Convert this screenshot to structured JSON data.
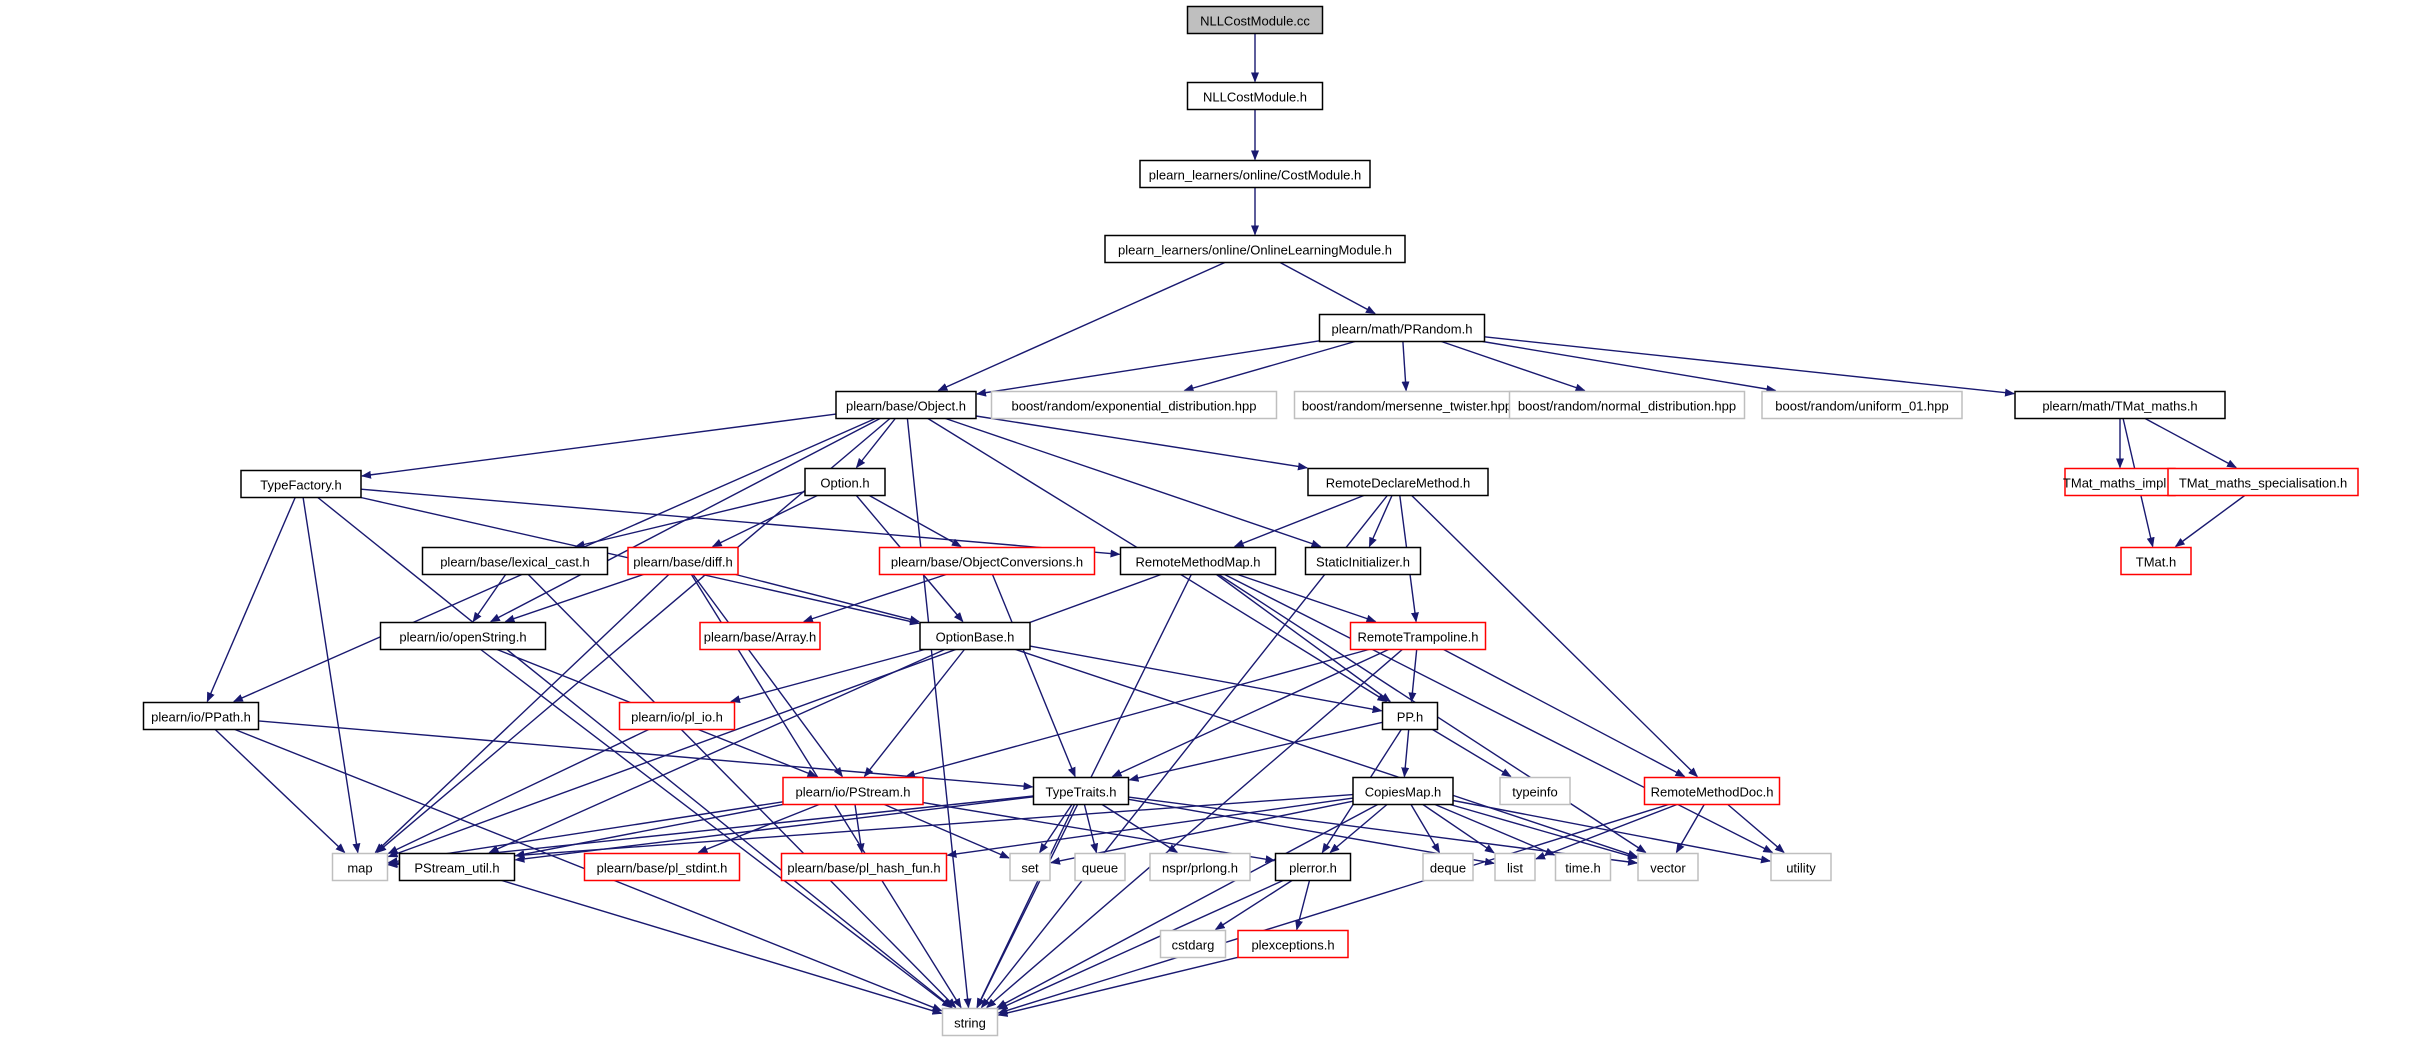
{
  "colors": {
    "edge": "#191970",
    "border_default": "#000000",
    "border_incomplete": "#ff0000",
    "border_external": "#bfbfbf",
    "root_fill": "#bfbfbf",
    "node_fill": "#ffffff"
  },
  "nodes": [
    {
      "id": "nllcc",
      "label": "NLLCostModule.cc",
      "kind": "root"
    },
    {
      "id": "nllh",
      "label": "NLLCostModule.h",
      "kind": "default"
    },
    {
      "id": "costmod",
      "label": "plearn_learners/online/CostModule.h",
      "kind": "default"
    },
    {
      "id": "olm",
      "label": "plearn_learners/online/OnlineLearningModule.h",
      "kind": "default"
    },
    {
      "id": "prandom",
      "label": "plearn/math/PRandom.h",
      "kind": "default"
    },
    {
      "id": "object",
      "label": "plearn/base/Object.h",
      "kind": "default"
    },
    {
      "id": "bexp",
      "label": "boost/random/exponential_distribution.hpp",
      "kind": "external"
    },
    {
      "id": "bmt",
      "label": "boost/random/mersenne_twister.hpp",
      "kind": "external"
    },
    {
      "id": "bnorm",
      "label": "boost/random/normal_distribution.hpp",
      "kind": "external"
    },
    {
      "id": "bunif",
      "label": "boost/random/uniform_01.hpp",
      "kind": "external"
    },
    {
      "id": "tmatmaths",
      "label": "plearn/math/TMat_maths.h",
      "kind": "default"
    },
    {
      "id": "typefactory",
      "label": "TypeFactory.h",
      "kind": "default"
    },
    {
      "id": "option",
      "label": "Option.h",
      "kind": "default"
    },
    {
      "id": "rdm",
      "label": "RemoteDeclareMethod.h",
      "kind": "default"
    },
    {
      "id": "tmatimpl",
      "label": "TMat_maths_impl.h",
      "kind": "incomplete"
    },
    {
      "id": "tmatspec",
      "label": "TMat_maths_specialisation.h",
      "kind": "incomplete"
    },
    {
      "id": "lexcast",
      "label": "plearn/base/lexical_cast.h",
      "kind": "default"
    },
    {
      "id": "diff",
      "label": "plearn/base/diff.h",
      "kind": "incomplete"
    },
    {
      "id": "objconv",
      "label": "plearn/base/ObjectConversions.h",
      "kind": "incomplete"
    },
    {
      "id": "rmm",
      "label": "RemoteMethodMap.h",
      "kind": "default"
    },
    {
      "id": "staticinit",
      "label": "StaticInitializer.h",
      "kind": "default"
    },
    {
      "id": "tmat",
      "label": "TMat.h",
      "kind": "incomplete"
    },
    {
      "id": "openstring",
      "label": "plearn/io/openString.h",
      "kind": "default"
    },
    {
      "id": "array",
      "label": "plearn/base/Array.h",
      "kind": "incomplete"
    },
    {
      "id": "optionbase",
      "label": "OptionBase.h",
      "kind": "default"
    },
    {
      "id": "rtramp",
      "label": "RemoteTrampoline.h",
      "kind": "incomplete"
    },
    {
      "id": "ppath",
      "label": "plearn/io/PPath.h",
      "kind": "default"
    },
    {
      "id": "plio",
      "label": "plearn/io/pl_io.h",
      "kind": "incomplete"
    },
    {
      "id": "pp",
      "label": "PP.h",
      "kind": "default"
    },
    {
      "id": "typeinfo",
      "label": "typeinfo",
      "kind": "external"
    },
    {
      "id": "pstream",
      "label": "plearn/io/PStream.h",
      "kind": "incomplete"
    },
    {
      "id": "typetraits",
      "label": "TypeTraits.h",
      "kind": "default"
    },
    {
      "id": "copiesmap",
      "label": "CopiesMap.h",
      "kind": "default"
    },
    {
      "id": "rmdoc",
      "label": "RemoteMethodDoc.h",
      "kind": "incomplete"
    },
    {
      "id": "map",
      "label": "map",
      "kind": "external"
    },
    {
      "id": "pstreamutil",
      "label": "PStream_util.h",
      "kind": "default"
    },
    {
      "id": "stdint",
      "label": "plearn/base/pl_stdint.h",
      "kind": "incomplete"
    },
    {
      "id": "hashfun",
      "label": "plearn/base/pl_hash_fun.h",
      "kind": "incomplete"
    },
    {
      "id": "set",
      "label": "set",
      "kind": "external"
    },
    {
      "id": "queue",
      "label": "queue",
      "kind": "external"
    },
    {
      "id": "prlong",
      "label": "nspr/prlong.h",
      "kind": "external"
    },
    {
      "id": "plerror",
      "label": "plerror.h",
      "kind": "default"
    },
    {
      "id": "deque",
      "label": "deque",
      "kind": "external"
    },
    {
      "id": "list",
      "label": "list",
      "kind": "external"
    },
    {
      "id": "timeh",
      "label": "time.h",
      "kind": "external"
    },
    {
      "id": "vector",
      "label": "vector",
      "kind": "external"
    },
    {
      "id": "utility",
      "label": "utility",
      "kind": "external"
    },
    {
      "id": "cstdarg",
      "label": "cstdarg",
      "kind": "external"
    },
    {
      "id": "plexceptions",
      "label": "plexceptions.h",
      "kind": "incomplete"
    },
    {
      "id": "string",
      "label": "string",
      "kind": "external"
    }
  ],
  "edges": [
    [
      "nllcc",
      "nllh"
    ],
    [
      "nllh",
      "costmod"
    ],
    [
      "costmod",
      "olm"
    ],
    [
      "olm",
      "object"
    ],
    [
      "olm",
      "prandom"
    ],
    [
      "prandom",
      "object"
    ],
    [
      "prandom",
      "bexp"
    ],
    [
      "prandom",
      "bmt"
    ],
    [
      "prandom",
      "bnorm"
    ],
    [
      "prandom",
      "bunif"
    ],
    [
      "prandom",
      "tmatmaths"
    ],
    [
      "tmatmaths",
      "tmatimpl"
    ],
    [
      "tmatmaths",
      "tmatspec"
    ],
    [
      "tmatmaths",
      "tmat"
    ],
    [
      "tmatspec",
      "tmat"
    ],
    [
      "object",
      "typefactory"
    ],
    [
      "object",
      "option"
    ],
    [
      "object",
      "rdm"
    ],
    [
      "object",
      "staticinit"
    ],
    [
      "object",
      "openstring"
    ],
    [
      "object",
      "ppath"
    ],
    [
      "object",
      "map"
    ],
    [
      "object",
      "pp"
    ],
    [
      "object",
      "string"
    ],
    [
      "typefactory",
      "rmm"
    ],
    [
      "typefactory",
      "optionbase"
    ],
    [
      "typefactory",
      "ppath"
    ],
    [
      "typefactory",
      "map"
    ],
    [
      "typefactory",
      "string"
    ],
    [
      "option",
      "lexcast"
    ],
    [
      "option",
      "diff"
    ],
    [
      "option",
      "objconv"
    ],
    [
      "option",
      "optionbase"
    ],
    [
      "rdm",
      "rmm"
    ],
    [
      "rdm",
      "staticinit"
    ],
    [
      "rdm",
      "rtramp"
    ],
    [
      "rdm",
      "rmdoc"
    ],
    [
      "rdm",
      "string"
    ],
    [
      "lexcast",
      "openstring"
    ],
    [
      "lexcast",
      "string"
    ],
    [
      "diff",
      "openstring"
    ],
    [
      "diff",
      "optionbase"
    ],
    [
      "diff",
      "pstream"
    ],
    [
      "diff",
      "map"
    ],
    [
      "diff",
      "string"
    ],
    [
      "objconv",
      "array"
    ],
    [
      "objconv",
      "typetraits"
    ],
    [
      "rmm",
      "rtramp"
    ],
    [
      "rmm",
      "pp"
    ],
    [
      "rmm",
      "map"
    ],
    [
      "rmm",
      "vector"
    ],
    [
      "rmm",
      "utility"
    ],
    [
      "rmm",
      "string"
    ],
    [
      "openstring",
      "pstream"
    ],
    [
      "openstring",
      "string"
    ],
    [
      "optionbase",
      "plio"
    ],
    [
      "optionbase",
      "pstream"
    ],
    [
      "optionbase",
      "pp"
    ],
    [
      "optionbase",
      "pstreamutil"
    ],
    [
      "optionbase",
      "vector"
    ],
    [
      "rtramp",
      "pp"
    ],
    [
      "rtramp",
      "typetraits"
    ],
    [
      "rtramp",
      "rmdoc"
    ],
    [
      "rtramp",
      "pstream"
    ],
    [
      "rtramp",
      "string"
    ],
    [
      "ppath",
      "typetraits"
    ],
    [
      "ppath",
      "map"
    ],
    [
      "ppath",
      "string"
    ],
    [
      "plio",
      "map"
    ],
    [
      "pp",
      "typetraits"
    ],
    [
      "pp",
      "copiesmap"
    ],
    [
      "pp",
      "typeinfo"
    ],
    [
      "pp",
      "plerror"
    ],
    [
      "pstream",
      "map"
    ],
    [
      "pstream",
      "pstreamutil"
    ],
    [
      "pstream",
      "stdint"
    ],
    [
      "pstream",
      "hashfun"
    ],
    [
      "pstream",
      "set"
    ],
    [
      "pstream",
      "plerror"
    ],
    [
      "typetraits",
      "map"
    ],
    [
      "typetraits",
      "set"
    ],
    [
      "typetraits",
      "queue"
    ],
    [
      "typetraits",
      "prlong"
    ],
    [
      "typetraits",
      "list"
    ],
    [
      "typetraits",
      "vector"
    ],
    [
      "typetraits",
      "string"
    ],
    [
      "typetraits",
      "pstreamutil"
    ],
    [
      "copiesmap",
      "map"
    ],
    [
      "copiesmap",
      "set"
    ],
    [
      "copiesmap",
      "hashfun"
    ],
    [
      "copiesmap",
      "plerror"
    ],
    [
      "copiesmap",
      "deque"
    ],
    [
      "copiesmap",
      "list"
    ],
    [
      "copiesmap",
      "timeh"
    ],
    [
      "copiesmap",
      "vector"
    ],
    [
      "copiesmap",
      "utility"
    ],
    [
      "copiesmap",
      "string"
    ],
    [
      "rmdoc",
      "list"
    ],
    [
      "rmdoc",
      "vector"
    ],
    [
      "rmdoc",
      "utility"
    ],
    [
      "rmdoc",
      "string"
    ],
    [
      "pstreamutil",
      "string"
    ],
    [
      "plerror",
      "cstdarg"
    ],
    [
      "plerror",
      "plexceptions"
    ],
    [
      "plerror",
      "string"
    ],
    [
      "plexceptions",
      "string"
    ]
  ]
}
